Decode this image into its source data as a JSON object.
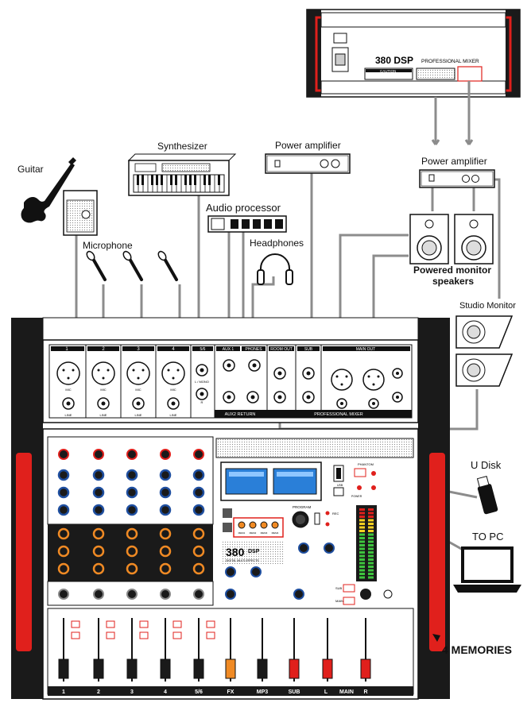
{
  "labels": {
    "guitar": "Guitar",
    "synthesizer": "Synthesizer",
    "power_amplifier_top": "Power amplifier",
    "power_amplifier_right": "Power amplifier",
    "audio_processor": "Audio processor",
    "microphone": "Microphone",
    "headphones": "Headphones",
    "powered_monitor_line1": "Powered monitor",
    "powered_monitor_line2": "speakers",
    "studio_monitor": "Studio Monitor",
    "u_disk": "U Disk",
    "to_pc": "TO PC",
    "memories": "4 MEMORIES"
  },
  "top_mixer": {
    "title": "380 DSP",
    "subtitle": "PROFESSIONAL MIXER",
    "caution": "CAUTION"
  },
  "rear_panel": {
    "channels": [
      "1",
      "2",
      "3",
      "4"
    ],
    "mic": "MIC",
    "line": "LINE",
    "jack_labels": [
      "5/6",
      "AUX 1",
      "PHONES",
      "ROOM OUT",
      "SUB",
      "MAIN OUT"
    ],
    "lr_mono": "L / MONO",
    "r": "R",
    "aux2": "AUX2",
    "return": "RETURN",
    "brand_line": "PROFESSIONAL MIXER"
  },
  "front_panel": {
    "model": "380",
    "model_sub": "DSP",
    "dsp_caption": "DIGITAL MULTI-EFFECTS",
    "program": "PROGRAM",
    "phantom": "PHANTOM",
    "power": "POWER",
    "usb": "USB",
    "rec": "REC",
    "sub": "SUB",
    "main": "MAIN",
    "memory_buttons": [
      "MEM1",
      "MEM2",
      "MEM3",
      "MEM4"
    ],
    "channel_labels": [
      "1",
      "2",
      "3",
      "4",
      "5/6",
      "FX",
      "MP3",
      "SUB",
      "L",
      "MAIN",
      "R"
    ]
  },
  "colors": {
    "line": "#111111",
    "cable": "#8c8c8c",
    "red": "#e0201c",
    "orange": "#f08a24",
    "knob_blue": "#1f4fa0",
    "dark": "#1a1a1a"
  }
}
